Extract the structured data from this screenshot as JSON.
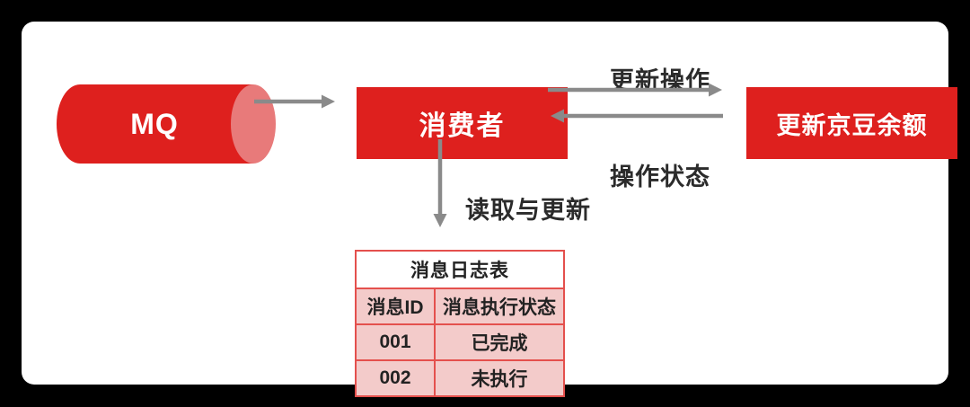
{
  "diagram": {
    "nodes": {
      "mq": {
        "label": "MQ",
        "shape": "cylinder"
      },
      "consumer": {
        "label": "消费者",
        "shape": "rect"
      },
      "update_balance": {
        "label": "更新京豆余额",
        "shape": "rect"
      }
    },
    "edge_labels": {
      "update_operation": "更新操作",
      "operation_status": "操作状态",
      "read_and_update": "读取与更新"
    },
    "table": {
      "title": "消息日志表",
      "columns": [
        "消息ID",
        "消息执行状态"
      ],
      "rows": [
        [
          "001",
          "已完成"
        ],
        [
          "002",
          "未执行"
        ]
      ]
    },
    "colors": {
      "node_red": "#de201e",
      "cylinder_cap": "#e87a7a",
      "arrow_gray": "#8a8a8a",
      "table_border": "#e4504d",
      "table_cell_bg": "#f3cbca",
      "table_title_bg": "#ffffff",
      "label_text": "#2b2b2b",
      "frame_black": "#000000",
      "card_white": "#ffffff"
    }
  }
}
